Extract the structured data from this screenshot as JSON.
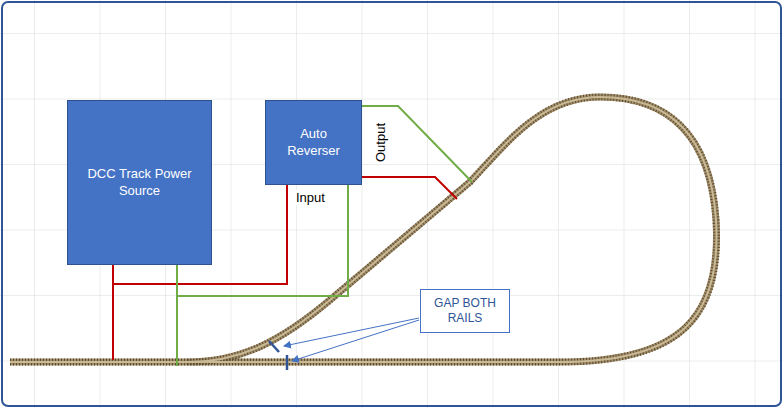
{
  "diagram": {
    "nodes": [
      {
        "text": [
          "DCC Track Power Source"
        ]
      },
      {
        "text": [
          "Auto Reverser"
        ]
      },
      {
        "text": [
          "GAP BOTH RAILS"
        ]
      }
    ],
    "edges": [
      {
        "from": 0,
        "to": 1,
        "arrow": "none"
      },
      {
        "from": 0,
        "to": 1,
        "arrow": "none"
      }
    ],
    "labels": [
      "Output",
      "Input"
    ]
  }
}
